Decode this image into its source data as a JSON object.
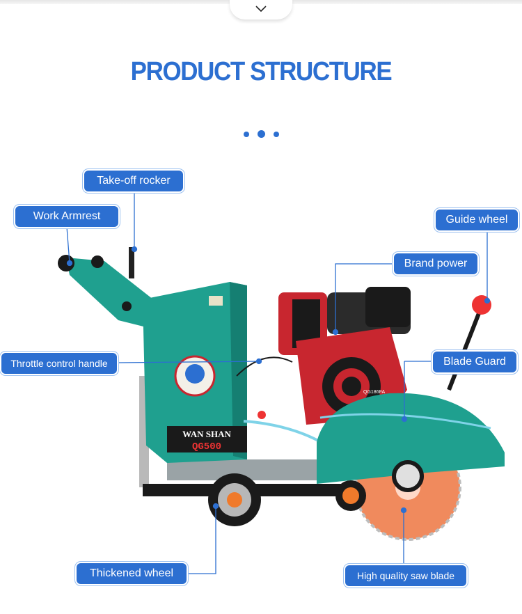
{
  "heading": "PRODUCT STRUCTURE",
  "labels": {
    "takeoff_rocker": "Take-off rocker",
    "work_armrest": "Work Armrest",
    "guide_wheel": "Guide wheel",
    "brand_power": "Brand power",
    "throttle_handle": "Throttle control handle",
    "blade_guard": "Blade Guard",
    "thickened_wheel": "Thickened wheel",
    "saw_blade": "High quality saw blade"
  },
  "machine_markings": {
    "brand": "WAN SHAN",
    "model": "QG500",
    "engine_model": "QG186FA"
  },
  "colors": {
    "accent": "#2c6fd1",
    "machine_body": "#1fa08f",
    "engine_red": "#c8262f",
    "blade_orange": "#f08a5d"
  },
  "icons": {
    "top_toggle": "chevron-down-icon"
  }
}
